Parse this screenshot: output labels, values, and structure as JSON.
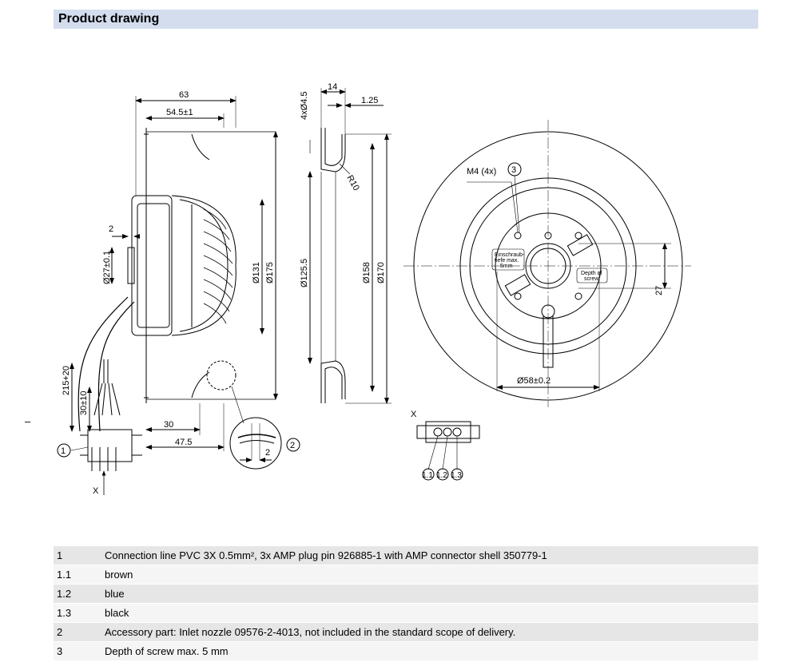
{
  "section": {
    "title": "Product drawing"
  },
  "drawing": {
    "side_view": {
      "dim_63": "63",
      "dim_54_5": "54.5±1",
      "dim_2_top": "2",
      "dim_27": "Ø27±0.1",
      "dim_131": "Ø131",
      "dim_175": "Ø175",
      "dim_215": "215+20",
      "dim_30_10": "30±10",
      "dim_30": "30",
      "dim_47_5": "47.5",
      "dim_2_detail": "2",
      "callout_1": "1",
      "callout_2": "2",
      "x_label": "X"
    },
    "nozzle_view": {
      "dim_14": "14",
      "dim_1_25": "1.25",
      "dim_4x45": "4xØ4.5",
      "dim_r10": "R10",
      "dim_125_5": "Ø125.5",
      "dim_158": "Ø158",
      "dim_170": "Ø170"
    },
    "front_view": {
      "m4_label": "M4 (4x)",
      "callout_3": "3",
      "screw_text_de": [
        "Einschraub-",
        "tiefe max.",
        "5mm"
      ],
      "screw_text_en": [
        "Depth of",
        "screw"
      ],
      "dim_27": "27",
      "dim_58": "Ø58±0.2"
    },
    "connector_view": {
      "x_label": "X",
      "pin_labels": [
        "1.1",
        "1.2",
        "1.3"
      ]
    }
  },
  "legend": [
    {
      "num": "1",
      "text": "Connection line PVC 3X 0.5mm², 3x AMP plug pin 926885-1 with AMP connector shell 350779-1"
    },
    {
      "num": "1.1",
      "text": "brown"
    },
    {
      "num": "1.2",
      "text": "blue"
    },
    {
      "num": "1.3",
      "text": "black"
    },
    {
      "num": "2",
      "text": "Accessory part: Inlet nozzle 09576-2-4013, not included in the standard scope of delivery."
    },
    {
      "num": "3",
      "text": "Depth of screw max. 5 mm"
    }
  ],
  "misc": {
    "dash": "–"
  }
}
